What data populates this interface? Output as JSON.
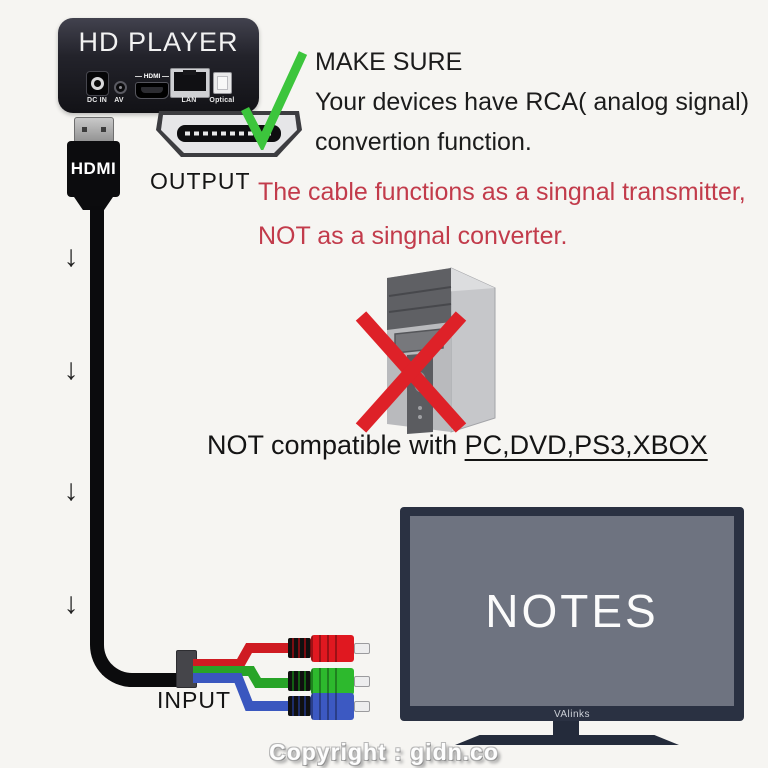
{
  "colors": {
    "background": "#f6f5f2",
    "warning_red": "#c23b4b",
    "check_green": "#3cc53c",
    "cross_red": "#de2128",
    "rca_red": "#e01820",
    "rca_green": "#2db92d",
    "rca_blue": "#3c59c2",
    "tv_bezel": "#2a3142",
    "tv_screen": "#6e7380",
    "cable_black": "#0b0b0d"
  },
  "device": {
    "title": "HD PLAYER",
    "ports": [
      "DC IN",
      "AV",
      "HDMI",
      "LAN",
      "Optical"
    ]
  },
  "hdmi_plug_label": "HDMI",
  "output_label": "OUTPUT",
  "input_label": "INPUT",
  "make_sure": {
    "heading": "MAKE SURE",
    "line1": "Your devices have RCA( analog signal)",
    "line2": "convertion function."
  },
  "warning": {
    "line1": "The cable functions as a singnal transmitter,",
    "line2": "NOT as a singnal converter."
  },
  "compatibility": {
    "prefix": "NOT compatible with ",
    "devices": "PC,DVD,PS3,XBOX"
  },
  "tv": {
    "screen_label": "NOTES",
    "brand": "VAlinks"
  },
  "arrow_glyph": "↓",
  "copyright": "Copyright : gidn.co"
}
